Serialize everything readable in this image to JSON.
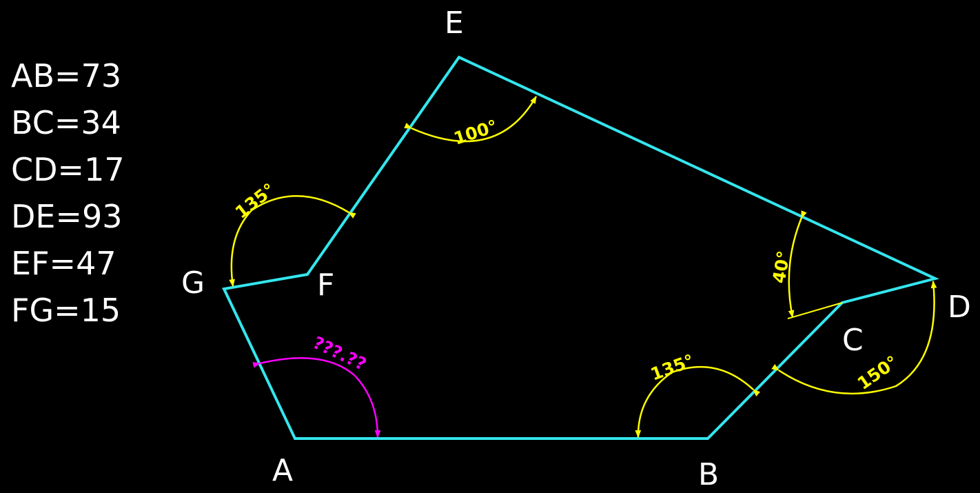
{
  "side_lengths": [
    {
      "label": "AB=73"
    },
    {
      "label": "BC=34"
    },
    {
      "label": "CD=17"
    },
    {
      "label": "DE=93"
    },
    {
      "label": "EF=47"
    },
    {
      "label": "FG=15"
    }
  ],
  "vertices": {
    "A": "A",
    "B": "B",
    "C": "C",
    "D": "D",
    "E": "E",
    "F": "F",
    "G": "G"
  },
  "angles": {
    "E": "100°",
    "G": "135°",
    "B": "135°",
    "D": "150°",
    "C_ext": "40°",
    "A_unknown": "???.??"
  },
  "colors": {
    "background": "#000000",
    "polygon": "#33e6ee",
    "angle": "#ffff00",
    "unknown": "#ff00ff",
    "text": "#ffffff"
  }
}
